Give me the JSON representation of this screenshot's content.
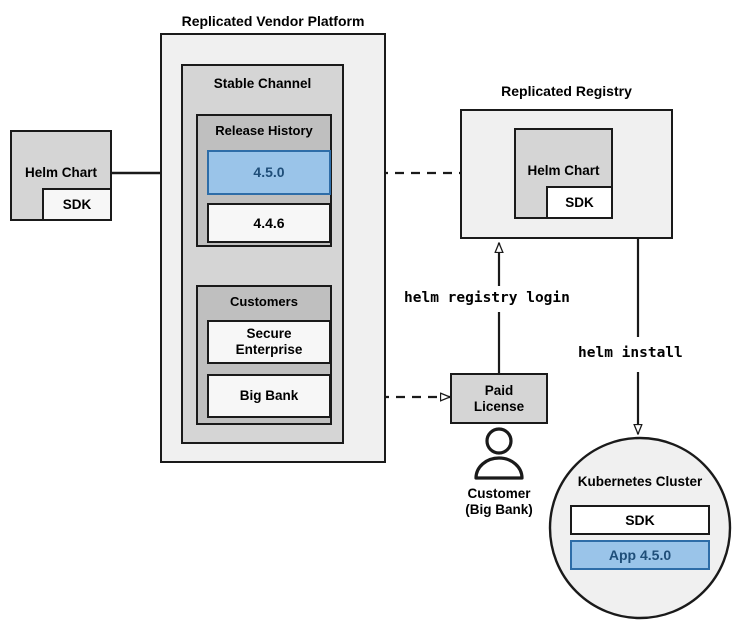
{
  "diagram": {
    "title_vendor_platform": "Replicated Vendor Platform",
    "title_registry": "Replicated Registry",
    "stable_channel": "Stable Channel",
    "release_history": "Release History",
    "customers": "Customers"
  },
  "source_chart": {
    "label": "Helm Chart",
    "sdk_label": "SDK"
  },
  "releases": [
    {
      "version": "4.5.0",
      "highlighted": true
    },
    {
      "version": "4.4.6",
      "highlighted": false
    }
  ],
  "customers": [
    {
      "name": "Secure\nEnterprise"
    },
    {
      "name": "Big Bank"
    }
  ],
  "registry_chart": {
    "label": "Helm Chart",
    "sdk_label": "SDK"
  },
  "license": {
    "label": "Paid\nLicense"
  },
  "customer_actor": {
    "label": "Customer\n(Big Bank)",
    "icon": "person-icon"
  },
  "commands": {
    "registry_login": "helm registry login",
    "install": "helm install"
  },
  "cluster": {
    "title": "Kubernetes Cluster",
    "sdk_label": "SDK",
    "app_label": "App 4.5.0"
  },
  "colors": {
    "accent_blue_fill": "#9AC4E9",
    "accent_blue_border": "#2E6DA8",
    "accent_blue_text": "#1F4E79",
    "outer_gray": "#F0F0F0",
    "channel_gray": "#D5D5D5",
    "section_gray": "#BFBFBF",
    "chart_gray": "#D5D5D5",
    "stroke": "#1A1A1A"
  }
}
